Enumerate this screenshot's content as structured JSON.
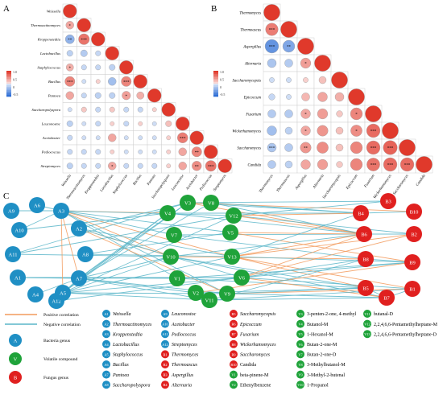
{
  "panels": {
    "a": {
      "label": "A",
      "taxa": [
        "Weissella",
        "Thermoactinomyces",
        "Kroppenstedtia",
        "Lactobacillus",
        "Staphylococcus",
        "Bacillus",
        "Pantoea",
        "Saccharopolyspora",
        "Leuconostoc",
        "Acetobacter",
        "Pediococcus",
        "Streptomyces"
      ],
      "legend_ticks": [
        "1.0",
        "0.5",
        "0",
        "-0.5"
      ],
      "matrix": [
        [
          1
        ],
        [
          0.35,
          1
        ],
        [
          -0.45,
          0.65,
          1
        ],
        [
          -0.2,
          -0.25,
          -0.15,
          1
        ],
        [
          0.3,
          -0.15,
          -0.15,
          -0.2,
          1
        ],
        [
          0.55,
          -0.1,
          0.1,
          -0.35,
          0.55,
          1
        ],
        [
          0.35,
          -0.15,
          -0.2,
          -0.2,
          0.4,
          0.3,
          1
        ],
        [
          -0.1,
          0.15,
          -0.15,
          0.15,
          -0.15,
          -0.15,
          0.1,
          1
        ],
        [
          -0.2,
          -0.1,
          -0.15,
          0.1,
          -0.15,
          0.1,
          -0.1,
          0.2,
          1
        ],
        [
          -0.15,
          -0.1,
          -0.1,
          0.35,
          -0.1,
          -0.1,
          -0.1,
          0.1,
          0.6,
          1
        ],
        [
          -0.15,
          -0.15,
          -0.15,
          0.1,
          -0.1,
          -0.1,
          -0.1,
          0.1,
          0.35,
          0.55,
          1
        ],
        [
          -0.2,
          -0.15,
          -0.15,
          0.35,
          -0.15,
          -0.15,
          -0.15,
          0.1,
          0.35,
          0.5,
          0.65,
          1
        ]
      ],
      "marks": [
        [
          "1-0",
          "*"
        ],
        [
          "2-0",
          "**"
        ],
        [
          "2-1",
          "***"
        ],
        [
          "4-0",
          "*"
        ],
        [
          "5-0",
          "***"
        ],
        [
          "5-4",
          "***"
        ],
        [
          "6-4",
          "*"
        ],
        [
          "9-8",
          "***"
        ],
        [
          "10-9",
          "**"
        ],
        [
          "11-10",
          "***"
        ],
        [
          "11-9",
          "**"
        ],
        [
          "11-3",
          "*"
        ]
      ]
    },
    "b": {
      "label": "B",
      "taxa": [
        "Thermomyces",
        "Thermoascus",
        "Aspergillus",
        "Alternaria",
        "Saccharomycopsis",
        "Epicoccum",
        "Fusarium",
        "Wickerhamomyces",
        "Saccharomyces",
        "Candida"
      ],
      "legend_ticks": [
        "1.0",
        "0.5",
        "0",
        "-0.5"
      ],
      "matrix": [
        [
          1
        ],
        [
          0.6,
          1
        ],
        [
          -0.7,
          -0.55,
          1
        ],
        [
          -0.3,
          -0.25,
          0.4,
          1
        ],
        [
          -0.1,
          -0.1,
          0.1,
          0.2,
          1
        ],
        [
          -0.15,
          -0.1,
          0.25,
          0.35,
          0.3,
          1
        ],
        [
          -0.25,
          -0.25,
          0.35,
          0.4,
          0.15,
          0.55,
          1
        ],
        [
          -0.35,
          -0.2,
          0.35,
          0.45,
          0.2,
          0.5,
          0.7,
          1
        ],
        [
          -0.3,
          -0.25,
          0.45,
          0.5,
          0.2,
          0.55,
          0.7,
          0.75,
          1
        ],
        [
          -0.25,
          -0.2,
          0.35,
          0.4,
          0.15,
          0.55,
          0.65,
          0.7,
          0.7,
          1
        ]
      ],
      "marks": [
        [
          "1-0",
          "***"
        ],
        [
          "2-0",
          "***"
        ],
        [
          "2-1",
          "**"
        ],
        [
          "3-2",
          "*"
        ],
        [
          "6-5",
          "*"
        ],
        [
          "7-5",
          "*"
        ],
        [
          "7-6",
          "***"
        ],
        [
          "8-6",
          "***"
        ],
        [
          "8-7",
          "***"
        ],
        [
          "9-6",
          "***"
        ],
        [
          "9-7",
          "***"
        ],
        [
          "9-8",
          "***"
        ],
        [
          "8-0",
          "***"
        ],
        [
          "6-2",
          "*"
        ],
        [
          "7-2",
          "*"
        ],
        [
          "8-2",
          "**"
        ]
      ]
    },
    "c": {
      "label": "C",
      "nodes": [
        {
          "id": "A9",
          "type": "bacteria"
        },
        {
          "id": "A6",
          "type": "bacteria"
        },
        {
          "id": "A3",
          "type": "bacteria"
        },
        {
          "id": "A10",
          "type": "bacteria"
        },
        {
          "id": "A2",
          "type": "bacteria"
        },
        {
          "id": "A11",
          "type": "bacteria"
        },
        {
          "id": "A8",
          "type": "bacteria"
        },
        {
          "id": "A1",
          "type": "bacteria"
        },
        {
          "id": "A7",
          "type": "bacteria"
        },
        {
          "id": "A4",
          "type": "bacteria"
        },
        {
          "id": "A12",
          "type": "bacteria"
        },
        {
          "id": "A5",
          "type": "bacteria"
        },
        {
          "id": "V3",
          "type": "volatile"
        },
        {
          "id": "V8",
          "type": "volatile"
        },
        {
          "id": "V4",
          "type": "volatile"
        },
        {
          "id": "V12",
          "type": "volatile"
        },
        {
          "id": "V7",
          "type": "volatile"
        },
        {
          "id": "V5",
          "type": "volatile"
        },
        {
          "id": "V10",
          "type": "volatile"
        },
        {
          "id": "V13",
          "type": "volatile"
        },
        {
          "id": "V1",
          "type": "volatile"
        },
        {
          "id": "V6",
          "type": "volatile"
        },
        {
          "id": "V2",
          "type": "volatile"
        },
        {
          "id": "V9",
          "type": "volatile"
        },
        {
          "id": "V11",
          "type": "volatile"
        },
        {
          "id": "B3",
          "type": "fungus"
        },
        {
          "id": "B4",
          "type": "fungus"
        },
        {
          "id": "B10",
          "type": "fungus"
        },
        {
          "id": "B6",
          "type": "fungus"
        },
        {
          "id": "B2",
          "type": "fungus"
        },
        {
          "id": "B8",
          "type": "fungus"
        },
        {
          "id": "B9",
          "type": "fungus"
        },
        {
          "id": "B5",
          "type": "fungus"
        },
        {
          "id": "B7",
          "type": "fungus"
        },
        {
          "id": "B1",
          "type": "fungus"
        }
      ],
      "edges": [
        [
          "A3",
          "V4",
          "p"
        ],
        [
          "A3",
          "V7",
          "n"
        ],
        [
          "A3",
          "V10",
          "p"
        ],
        [
          "A3",
          "V12",
          "n"
        ],
        [
          "A3",
          "V13",
          "p"
        ],
        [
          "A3",
          "V1",
          "n"
        ],
        [
          "A3",
          "V5",
          "n"
        ],
        [
          "A2",
          "V3",
          "n"
        ],
        [
          "A2",
          "V10",
          "p"
        ],
        [
          "A2",
          "V13",
          "n"
        ],
        [
          "A2",
          "V6",
          "n"
        ],
        [
          "A2",
          "V9",
          "p"
        ],
        [
          "A10",
          "A3",
          "n"
        ],
        [
          "A10",
          "V4",
          "n"
        ],
        [
          "A9",
          "A3",
          "n"
        ],
        [
          "A6",
          "A3",
          "n"
        ],
        [
          "A11",
          "V10",
          "n"
        ],
        [
          "A11",
          "V12",
          "n"
        ],
        [
          "A11",
          "V3",
          "n"
        ],
        [
          "A8",
          "V13",
          "n"
        ],
        [
          "A8",
          "V5",
          "n"
        ],
        [
          "A1",
          "A7",
          "n"
        ],
        [
          "A1",
          "V1",
          "n"
        ],
        [
          "A1",
          "V6",
          "n"
        ],
        [
          "A7",
          "V4",
          "n"
        ],
        [
          "A7",
          "V10",
          "n"
        ],
        [
          "A7",
          "V3",
          "n"
        ],
        [
          "A7",
          "V8",
          "n"
        ],
        [
          "A7",
          "V9",
          "n"
        ],
        [
          "A7",
          "V6",
          "n"
        ],
        [
          "A7",
          "V11",
          "n"
        ],
        [
          "A7",
          "V2",
          "n"
        ],
        [
          "A4",
          "A7",
          "n"
        ],
        [
          "A12",
          "A7",
          "n"
        ],
        [
          "A12",
          "V6",
          "n"
        ],
        [
          "A5",
          "A7",
          "n"
        ],
        [
          "A5",
          "V4",
          "n"
        ],
        [
          "A5",
          "V10",
          "n"
        ],
        [
          "A5",
          "V12",
          "n"
        ],
        [
          "A5",
          "V13",
          "n"
        ],
        [
          "A5",
          "V6",
          "n"
        ],
        [
          "A5",
          "V11",
          "n"
        ],
        [
          "A5",
          "V9",
          "n"
        ],
        [
          "A5",
          "V3",
          "n"
        ],
        [
          "A3",
          "A7",
          "p"
        ],
        [
          "A3",
          "A5",
          "p"
        ],
        [
          "A3",
          "V9",
          "n"
        ],
        [
          "V3",
          "B3",
          "n"
        ],
        [
          "V3",
          "B4",
          "n"
        ],
        [
          "V3",
          "B10",
          "p"
        ],
        [
          "V3",
          "B6",
          "p"
        ],
        [
          "V8",
          "B4",
          "n"
        ],
        [
          "V8",
          "B6",
          "n"
        ],
        [
          "V4",
          "B4",
          "n"
        ],
        [
          "V4",
          "B6",
          "n"
        ],
        [
          "V12",
          "B4",
          "p"
        ],
        [
          "V12",
          "B3",
          "n"
        ],
        [
          "V12",
          "B2",
          "n"
        ],
        [
          "V12",
          "B6",
          "p"
        ],
        [
          "V7",
          "B6",
          "n"
        ],
        [
          "V7",
          "B8",
          "n"
        ],
        [
          "V5",
          "B6",
          "p"
        ],
        [
          "V5",
          "B9",
          "p"
        ],
        [
          "V10",
          "B6",
          "n"
        ],
        [
          "V10",
          "B5",
          "n"
        ],
        [
          "V10",
          "B8",
          "p"
        ],
        [
          "V10",
          "B7",
          "n"
        ],
        [
          "V13",
          "B4",
          "n"
        ],
        [
          "V13",
          "B6",
          "p"
        ],
        [
          "V13",
          "B2",
          "p"
        ],
        [
          "V13",
          "B9",
          "n"
        ],
        [
          "V13",
          "B1",
          "p"
        ],
        [
          "V13",
          "B5",
          "p"
        ],
        [
          "V1",
          "B9",
          "n"
        ],
        [
          "V1",
          "B5",
          "n"
        ],
        [
          "V6",
          "B6",
          "p"
        ],
        [
          "V6",
          "B8",
          "n"
        ],
        [
          "V6",
          "B2",
          "p"
        ],
        [
          "V6",
          "B9",
          "n"
        ],
        [
          "V6",
          "B7",
          "p"
        ],
        [
          "V6",
          "B1",
          "n"
        ],
        [
          "V2",
          "B5",
          "n"
        ],
        [
          "V2",
          "B9",
          "p"
        ],
        [
          "V9",
          "B7",
          "n"
        ],
        [
          "V9",
          "B1",
          "p"
        ],
        [
          "V9",
          "B5",
          "n"
        ],
        [
          "V11",
          "B7",
          "n"
        ],
        [
          "V11",
          "B1",
          "n"
        ],
        [
          "V11",
          "B8",
          "n"
        ],
        [
          "B4",
          "B10",
          "n"
        ],
        [
          "B6",
          "B2",
          "n"
        ],
        [
          "B8",
          "B9",
          "n"
        ],
        [
          "B5",
          "B7",
          "n"
        ],
        [
          "B7",
          "B1",
          "n"
        ]
      ]
    }
  },
  "legend": {
    "positive": "Positive correlation",
    "negative": "Negative correlation",
    "bacteria_node": "A",
    "bacteria_label": "Bacteria genus",
    "volatile_node": "V",
    "volatile_label": "Volatile compound",
    "fungus_node": "B",
    "fungus_label": "Fungus genus"
  },
  "key_table": {
    "col1": [
      {
        "code": "A1",
        "name": "Weissella",
        "italic": true
      },
      {
        "code": "A2",
        "name": "Thermoactinomyces",
        "italic": true
      },
      {
        "code": "A3",
        "name": "Kroppenstedtia",
        "italic": true
      },
      {
        "code": "A4",
        "name": "Lactobacillus",
        "italic": true
      },
      {
        "code": "A5",
        "name": "Staphylococcus",
        "italic": true
      },
      {
        "code": "A6",
        "name": "Bacillus",
        "italic": true
      },
      {
        "code": "A7",
        "name": "Pantoea",
        "italic": true
      },
      {
        "code": "A8",
        "name": "Saccharopolyspora",
        "italic": true
      }
    ],
    "col2": [
      {
        "code": "A9",
        "name": "Leuconostoc",
        "italic": true
      },
      {
        "code": "A10",
        "name": "Acetobacter",
        "italic": true
      },
      {
        "code": "A11",
        "name": "Pediococcus",
        "italic": true
      },
      {
        "code": "A12",
        "name": "Streptomyces",
        "italic": true
      },
      {
        "code": "B1",
        "name": "Thermomyces",
        "italic": true
      },
      {
        "code": "B2",
        "name": "Thermoascus",
        "italic": true
      },
      {
        "code": "B3",
        "name": "Aspergillus",
        "italic": true
      },
      {
        "code": "B4",
        "name": "Alternaria",
        "italic": true
      }
    ],
    "col3": [
      {
        "code": "B5",
        "name": "Saccharomycopsis",
        "italic": true
      },
      {
        "code": "B6",
        "name": "Epicoccum",
        "italic": true
      },
      {
        "code": "B7",
        "name": "Fusarium",
        "italic": true
      },
      {
        "code": "B8",
        "name": "Wickerhamomyces",
        "italic": true
      },
      {
        "code": "B9",
        "name": "Saccharomyces",
        "italic": true
      },
      {
        "code": "B10",
        "name": "Candida",
        "italic": false
      },
      {
        "code": "V1",
        "name": "beta-pinene-M",
        "italic": false
      },
      {
        "code": "V2",
        "name": "Ethenylbenzene",
        "italic": false
      }
    ],
    "col4": [
      {
        "code": "V3",
        "name": "3-penten-2-one, 4-methyl",
        "italic": false
      },
      {
        "code": "V4",
        "name": "Butanol-M",
        "italic": false
      },
      {
        "code": "V5",
        "name": "1-Hexanol-M",
        "italic": false
      },
      {
        "code": "V6",
        "name": "Butan-2-one-M",
        "italic": false
      },
      {
        "code": "V7",
        "name": "Butan-2-one-D",
        "italic": false
      },
      {
        "code": "V8",
        "name": "3-Methylbutanol-M",
        "italic": false
      },
      {
        "code": "V9",
        "name": "3-Methyl-2-butenal",
        "italic": false
      },
      {
        "code": "V10",
        "name": "1-Propanol",
        "italic": false
      }
    ],
    "col5": [
      {
        "code": "V11",
        "name": "butanal-D",
        "italic": false
      },
      {
        "code": "V12",
        "name": "2,2,4,6,6-Pentamethylheptane-M",
        "italic": false
      },
      {
        "code": "V13",
        "name": "2,2,4,6,6-Pentamethylheptane-D",
        "italic": false
      }
    ]
  },
  "colors": {
    "positive": "#e0392b",
    "negative": "#2f6fd6",
    "edge_positive": "#f29a5c",
    "edge_negative": "#5ab6c9",
    "bacteria": "#1f8fc4",
    "volatile": "#1fa33a",
    "fungus": "#e0201f"
  }
}
